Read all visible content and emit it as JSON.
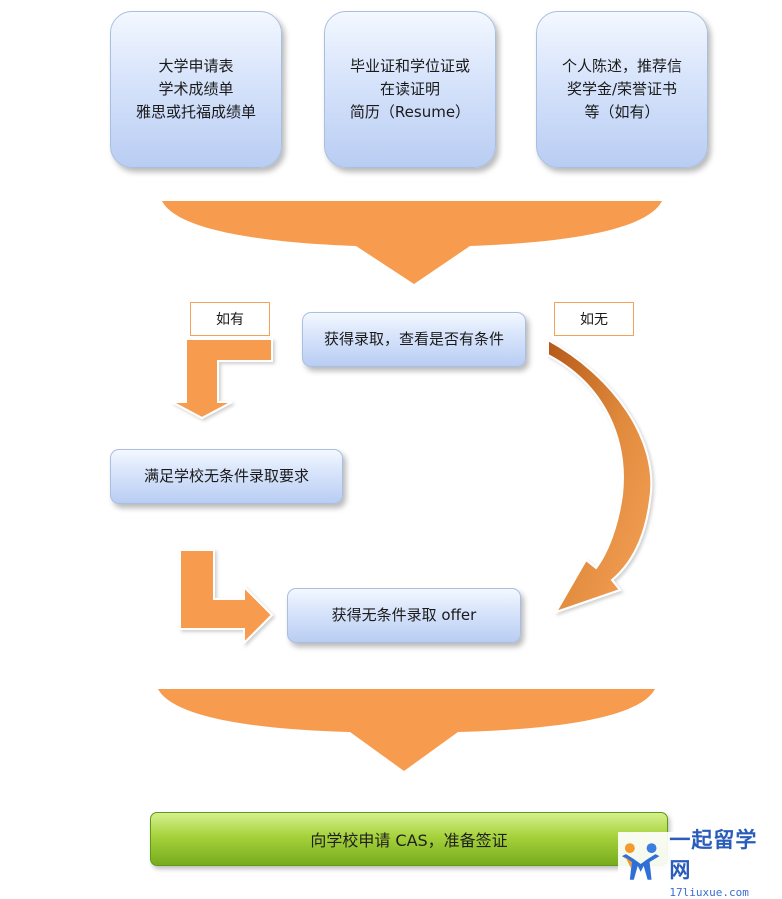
{
  "documents": [
    {
      "lines": [
        "大学申请表",
        "学术成绩单",
        "雅思或托福成绩单"
      ]
    },
    {
      "lines": [
        "毕业证和学位证或",
        "在读证明",
        "简历（Resume）"
      ]
    },
    {
      "lines": [
        "个人陈述，推荐信",
        "奖学金/荣誉证书",
        "等（如有）"
      ]
    }
  ],
  "steps": {
    "admission": "获得录取，查看是否有条件",
    "meet_conditions": "满足学校无条件录取要求",
    "unconditional": "获得无条件录取 offer",
    "cas": "向学校申请 CAS，准备签证"
  },
  "branches": {
    "if_yes": "如有",
    "if_no": "如无"
  },
  "watermark": {
    "name": "一起留学网",
    "url": "17liuxue.com"
  },
  "colors": {
    "arrow_orange": "#f79c4f",
    "curve_brown": "#c8661f",
    "box_blue": "#c9d9f7",
    "cas_green": "#9acb35"
  }
}
